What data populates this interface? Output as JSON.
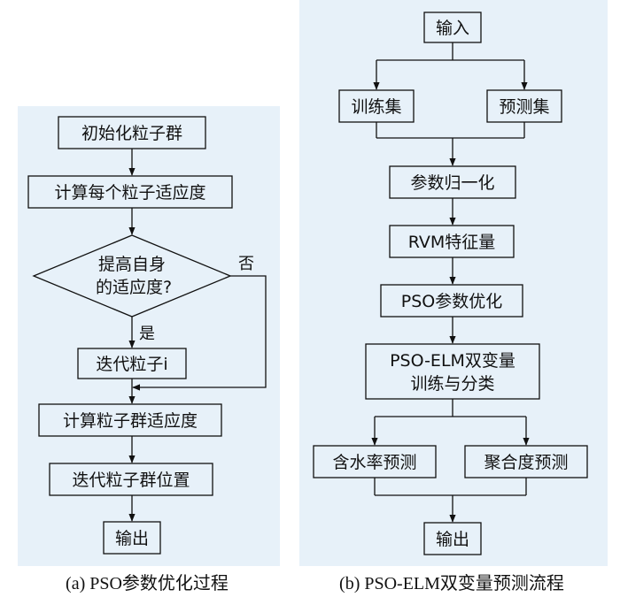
{
  "colors": {
    "panel_bg": "#e7f1f9",
    "stroke": "#111111",
    "page_bg": "#ffffff"
  },
  "panel_a": {
    "caption": "(a) PSO参数优化过程",
    "steps": {
      "init": "初始化粒子群",
      "calc_fitness": "计算每个粒子适应度",
      "decision_line1": "提高自身",
      "decision_line2": "的适应度?",
      "yes": "是",
      "no": "否",
      "iterate_particle": "迭代粒子i",
      "calc_swarm_fitness": "计算粒子群适应度",
      "iterate_swarm": "迭代粒子群位置",
      "output": "输出"
    }
  },
  "panel_b": {
    "caption": "(b) PSO-ELM双变量预测流程",
    "steps": {
      "input": "输入",
      "train_set": "训练集",
      "test_set": "预测集",
      "normalize": "参数归一化",
      "rvm": "RVM特征量",
      "pso_opt": "PSO参数优化",
      "elm_line1": "PSO-ELM双变量",
      "elm_line2": "训练与分类",
      "water_pred": "含水率预测",
      "poly_pred": "聚合度预测",
      "output": "输出"
    }
  }
}
